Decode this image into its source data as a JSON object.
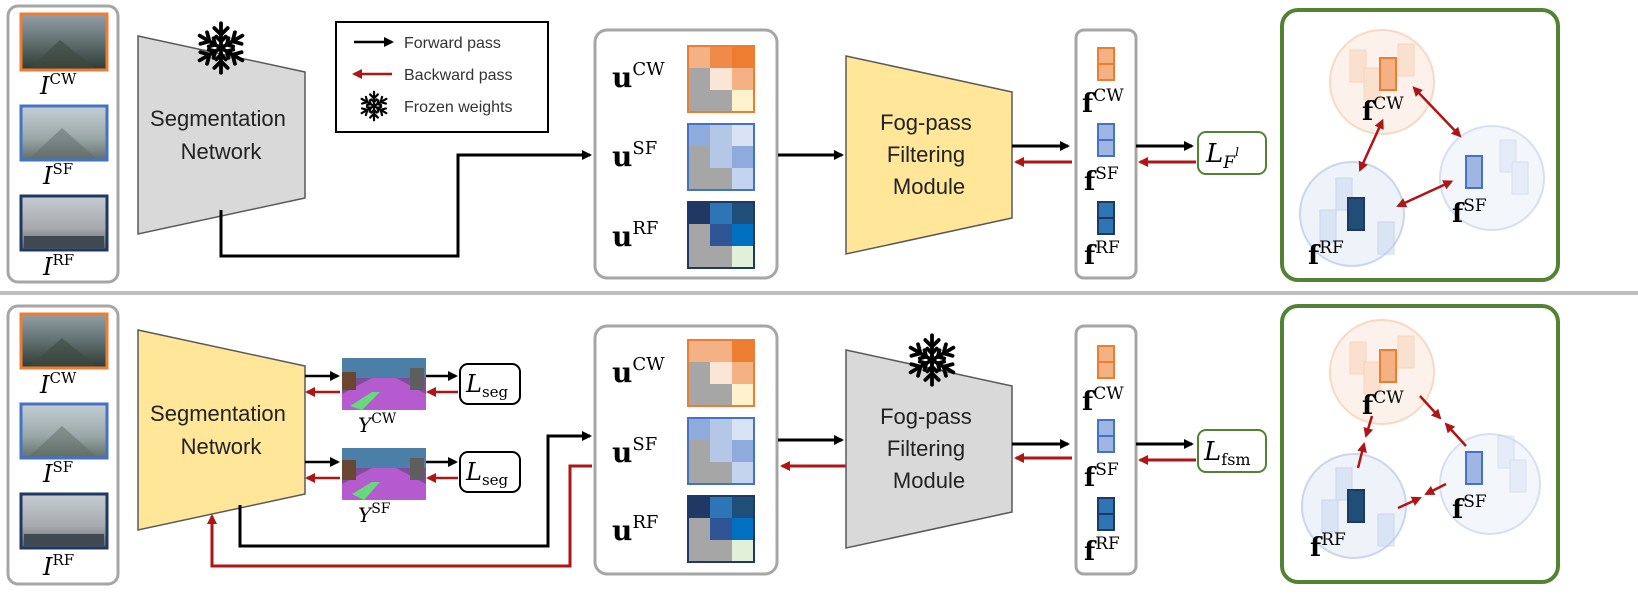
{
  "legend": {
    "forward": "Forward pass",
    "backward": "Backward pass",
    "frozen": "Frozen weights"
  },
  "colors": {
    "forward_arrow": "#000000",
    "backward_arrow": "#b01515",
    "orange": "#ed7d31",
    "light_blue": "#4472c4",
    "dark_blue": "#1f3864",
    "yellow_module": "#ffe699",
    "gray_module": "#d9d9d9",
    "green_frame": "#548235"
  },
  "top": {
    "segmentation": [
      "Segmentation",
      "Network"
    ],
    "fogpass": [
      "Fog-pass",
      "Filtering",
      "Module"
    ],
    "loss_base": "L",
    "loss_sub": "F",
    "loss_sup": "l"
  },
  "bottom": {
    "segmentation": [
      "Segmentation",
      "Network"
    ],
    "fogpass": [
      "Fog-pass",
      "Filtering",
      "Module"
    ],
    "seg_loss_base": "L",
    "seg_loss_sub": "seg",
    "fsm_loss_base": "L",
    "fsm_loss_sub": "fsm",
    "y_base": "Y"
  },
  "domains": {
    "cw": "CW",
    "sf": "SF",
    "rf": "RF"
  },
  "symbols": {
    "image": "I",
    "gram": "u",
    "feature": "f"
  }
}
